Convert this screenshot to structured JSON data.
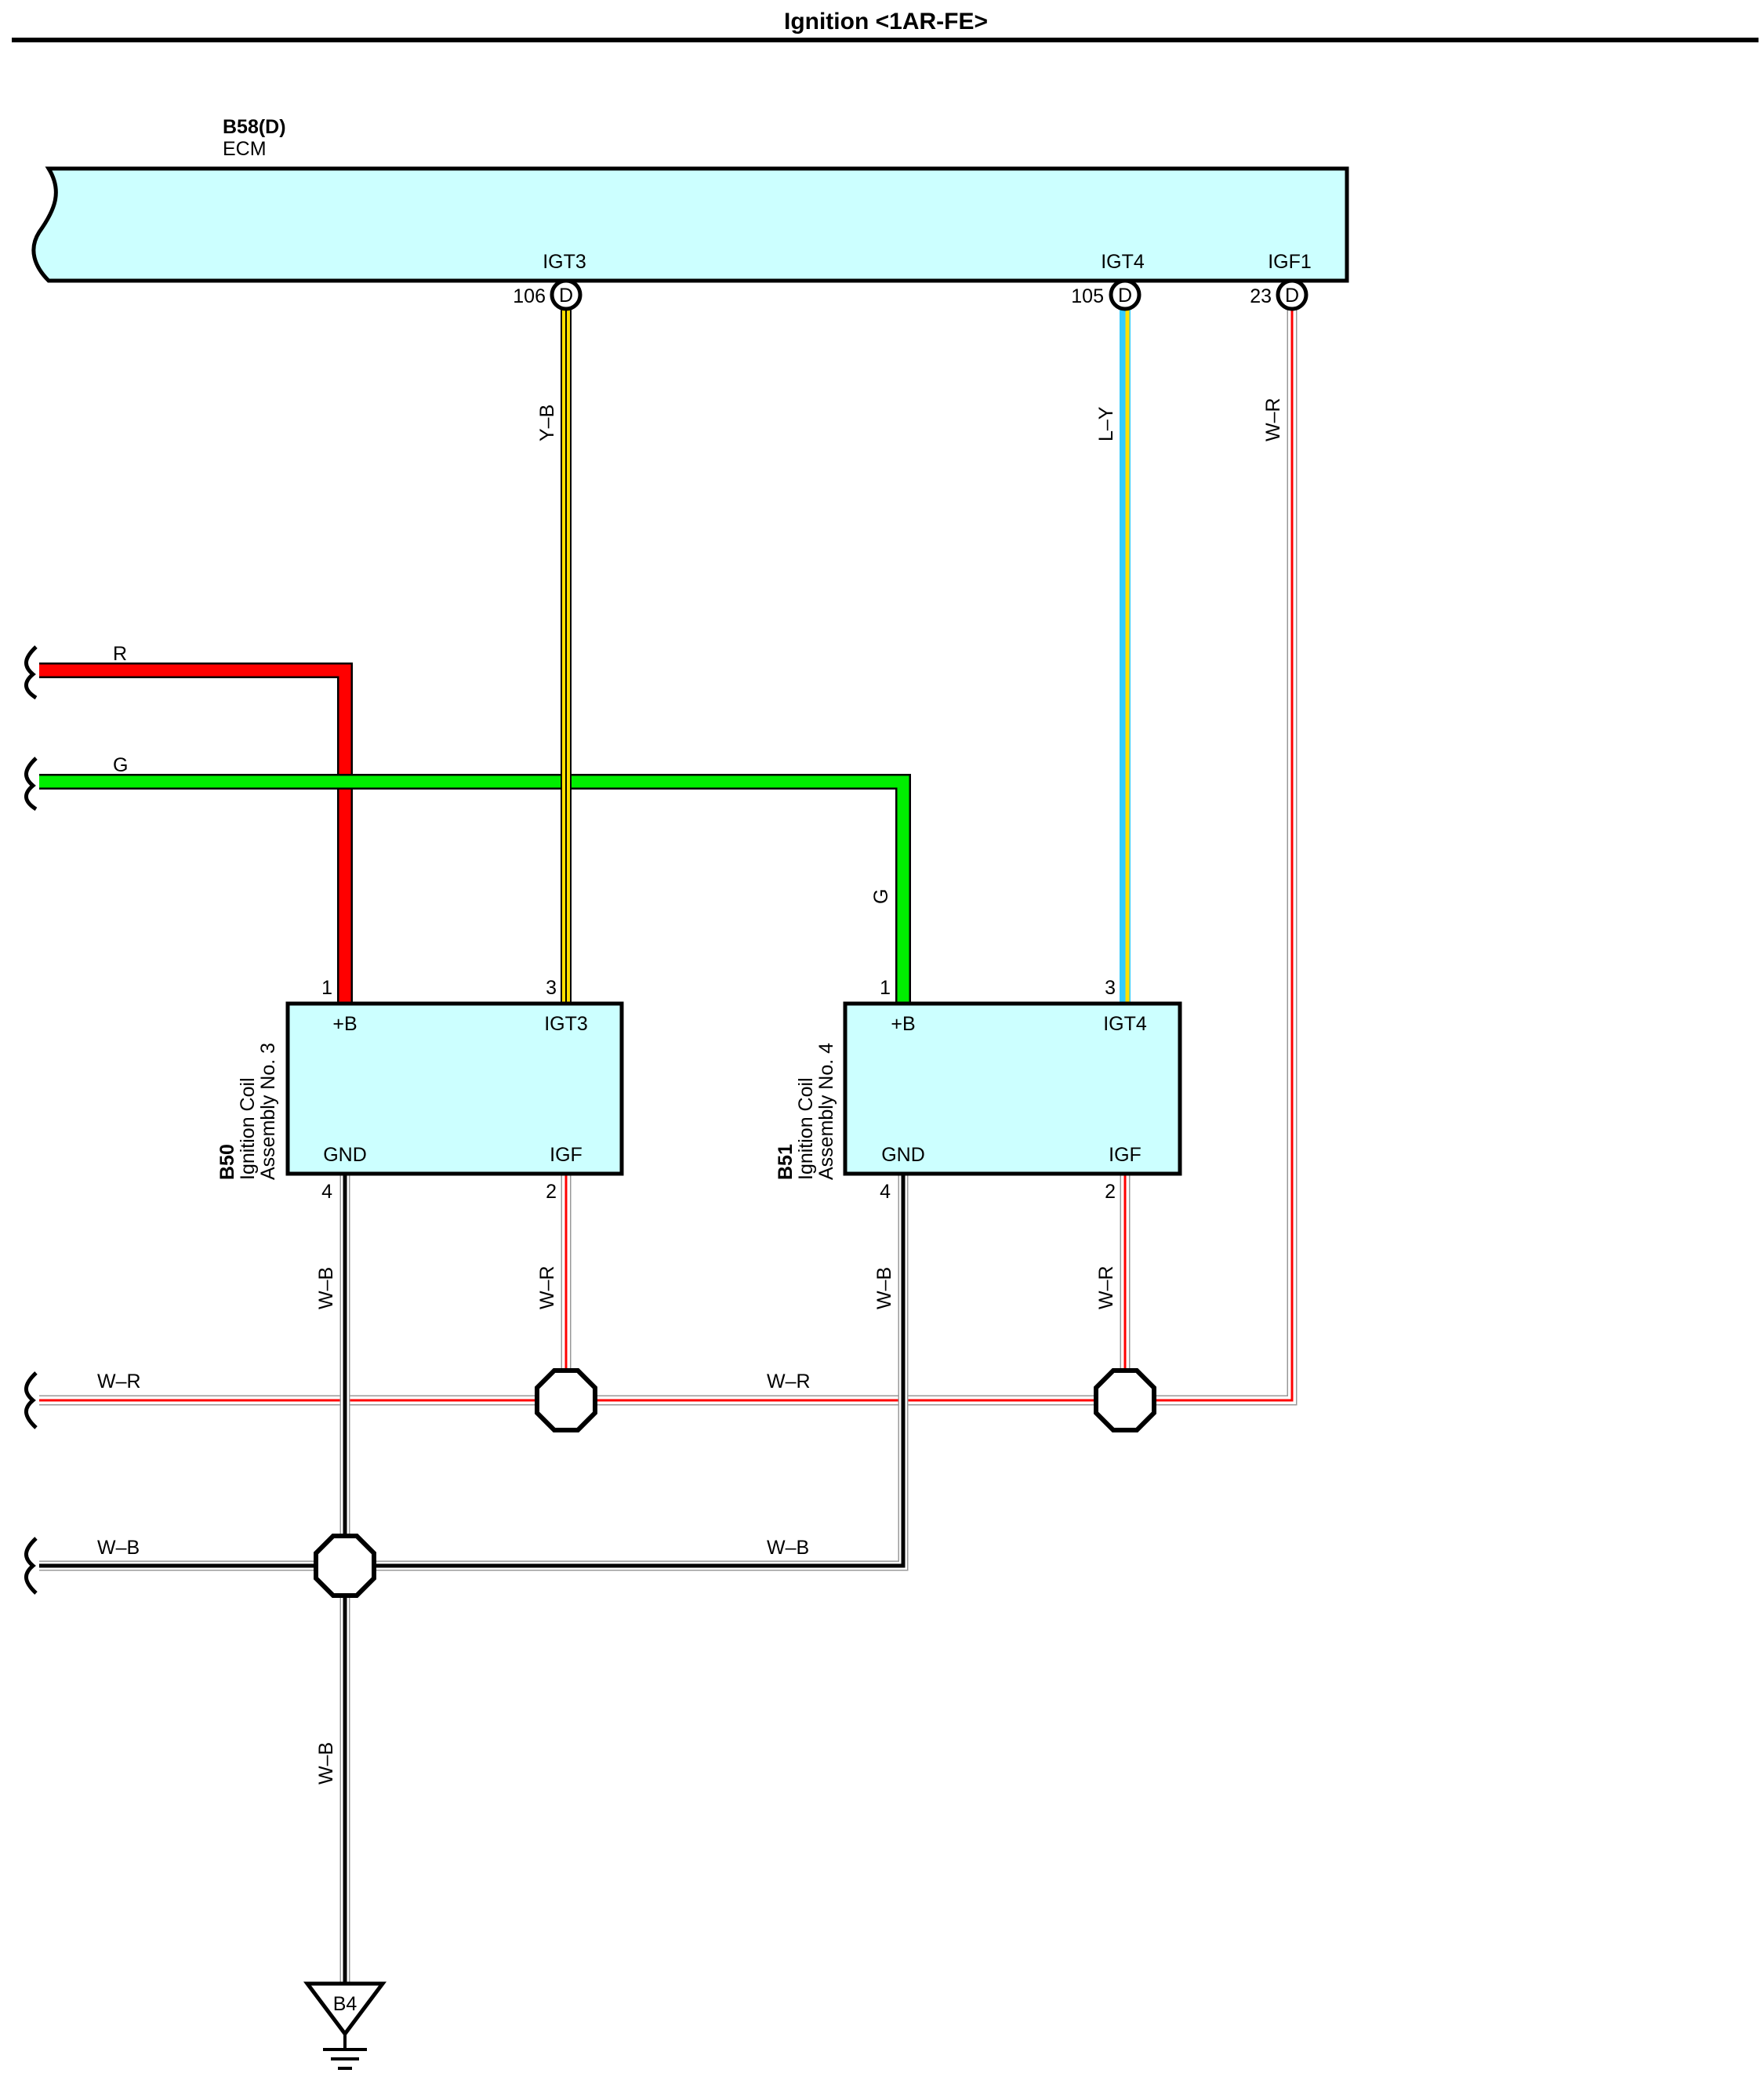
{
  "title": "Ignition <1AR-FE>",
  "ecm": {
    "code": "B58(D)",
    "name": "ECM",
    "pins": [
      {
        "signal": "IGT3",
        "number": "106",
        "connector": "D"
      },
      {
        "signal": "IGT4",
        "number": "105",
        "connector": "D"
      },
      {
        "signal": "IGF1",
        "number": "23",
        "connector": "D"
      }
    ]
  },
  "coils": [
    {
      "code": "B50",
      "name_line1": "Ignition Coil",
      "name_line2": "Assembly No.  3",
      "pins": {
        "b": "+B",
        "igt": "IGT3",
        "gnd": "GND",
        "igf": "IGF"
      },
      "pin_numbers": {
        "b": "1",
        "igt": "3",
        "gnd": "4",
        "igf": "2"
      }
    },
    {
      "code": "B51",
      "name_line1": "Ignition Coil",
      "name_line2": "Assembly No.  4",
      "pins": {
        "b": "+B",
        "igt": "IGT4",
        "gnd": "GND",
        "igf": "IGF"
      },
      "pin_numbers": {
        "b": "1",
        "igt": "3",
        "gnd": "4",
        "igf": "2"
      }
    }
  ],
  "wire_labels": {
    "r_left": "R",
    "g_left": "G",
    "g_vertical": "G",
    "yb": "Y–B",
    "ly": "L–Y",
    "wr_ecm": "W–R",
    "wr_coil3": "W–R",
    "wr_coil4": "W–R",
    "wr_left": "W–R",
    "wr_mid": "W–R",
    "wb_coil3": "W–B",
    "wb_coil4": "W–B",
    "wb_left": "W–B",
    "wb_mid": "W–B",
    "wb_ground": "W–B"
  },
  "ground": {
    "code": "B4"
  },
  "colors": {
    "ecm_fill": "#ccffff",
    "red": "#ff0000",
    "green": "#00ee00",
    "yellow": "#ffe000",
    "light_blue": "#33ccff",
    "white_wire": "#ffffff",
    "black": "#000000",
    "gray_outline": "#999999"
  }
}
